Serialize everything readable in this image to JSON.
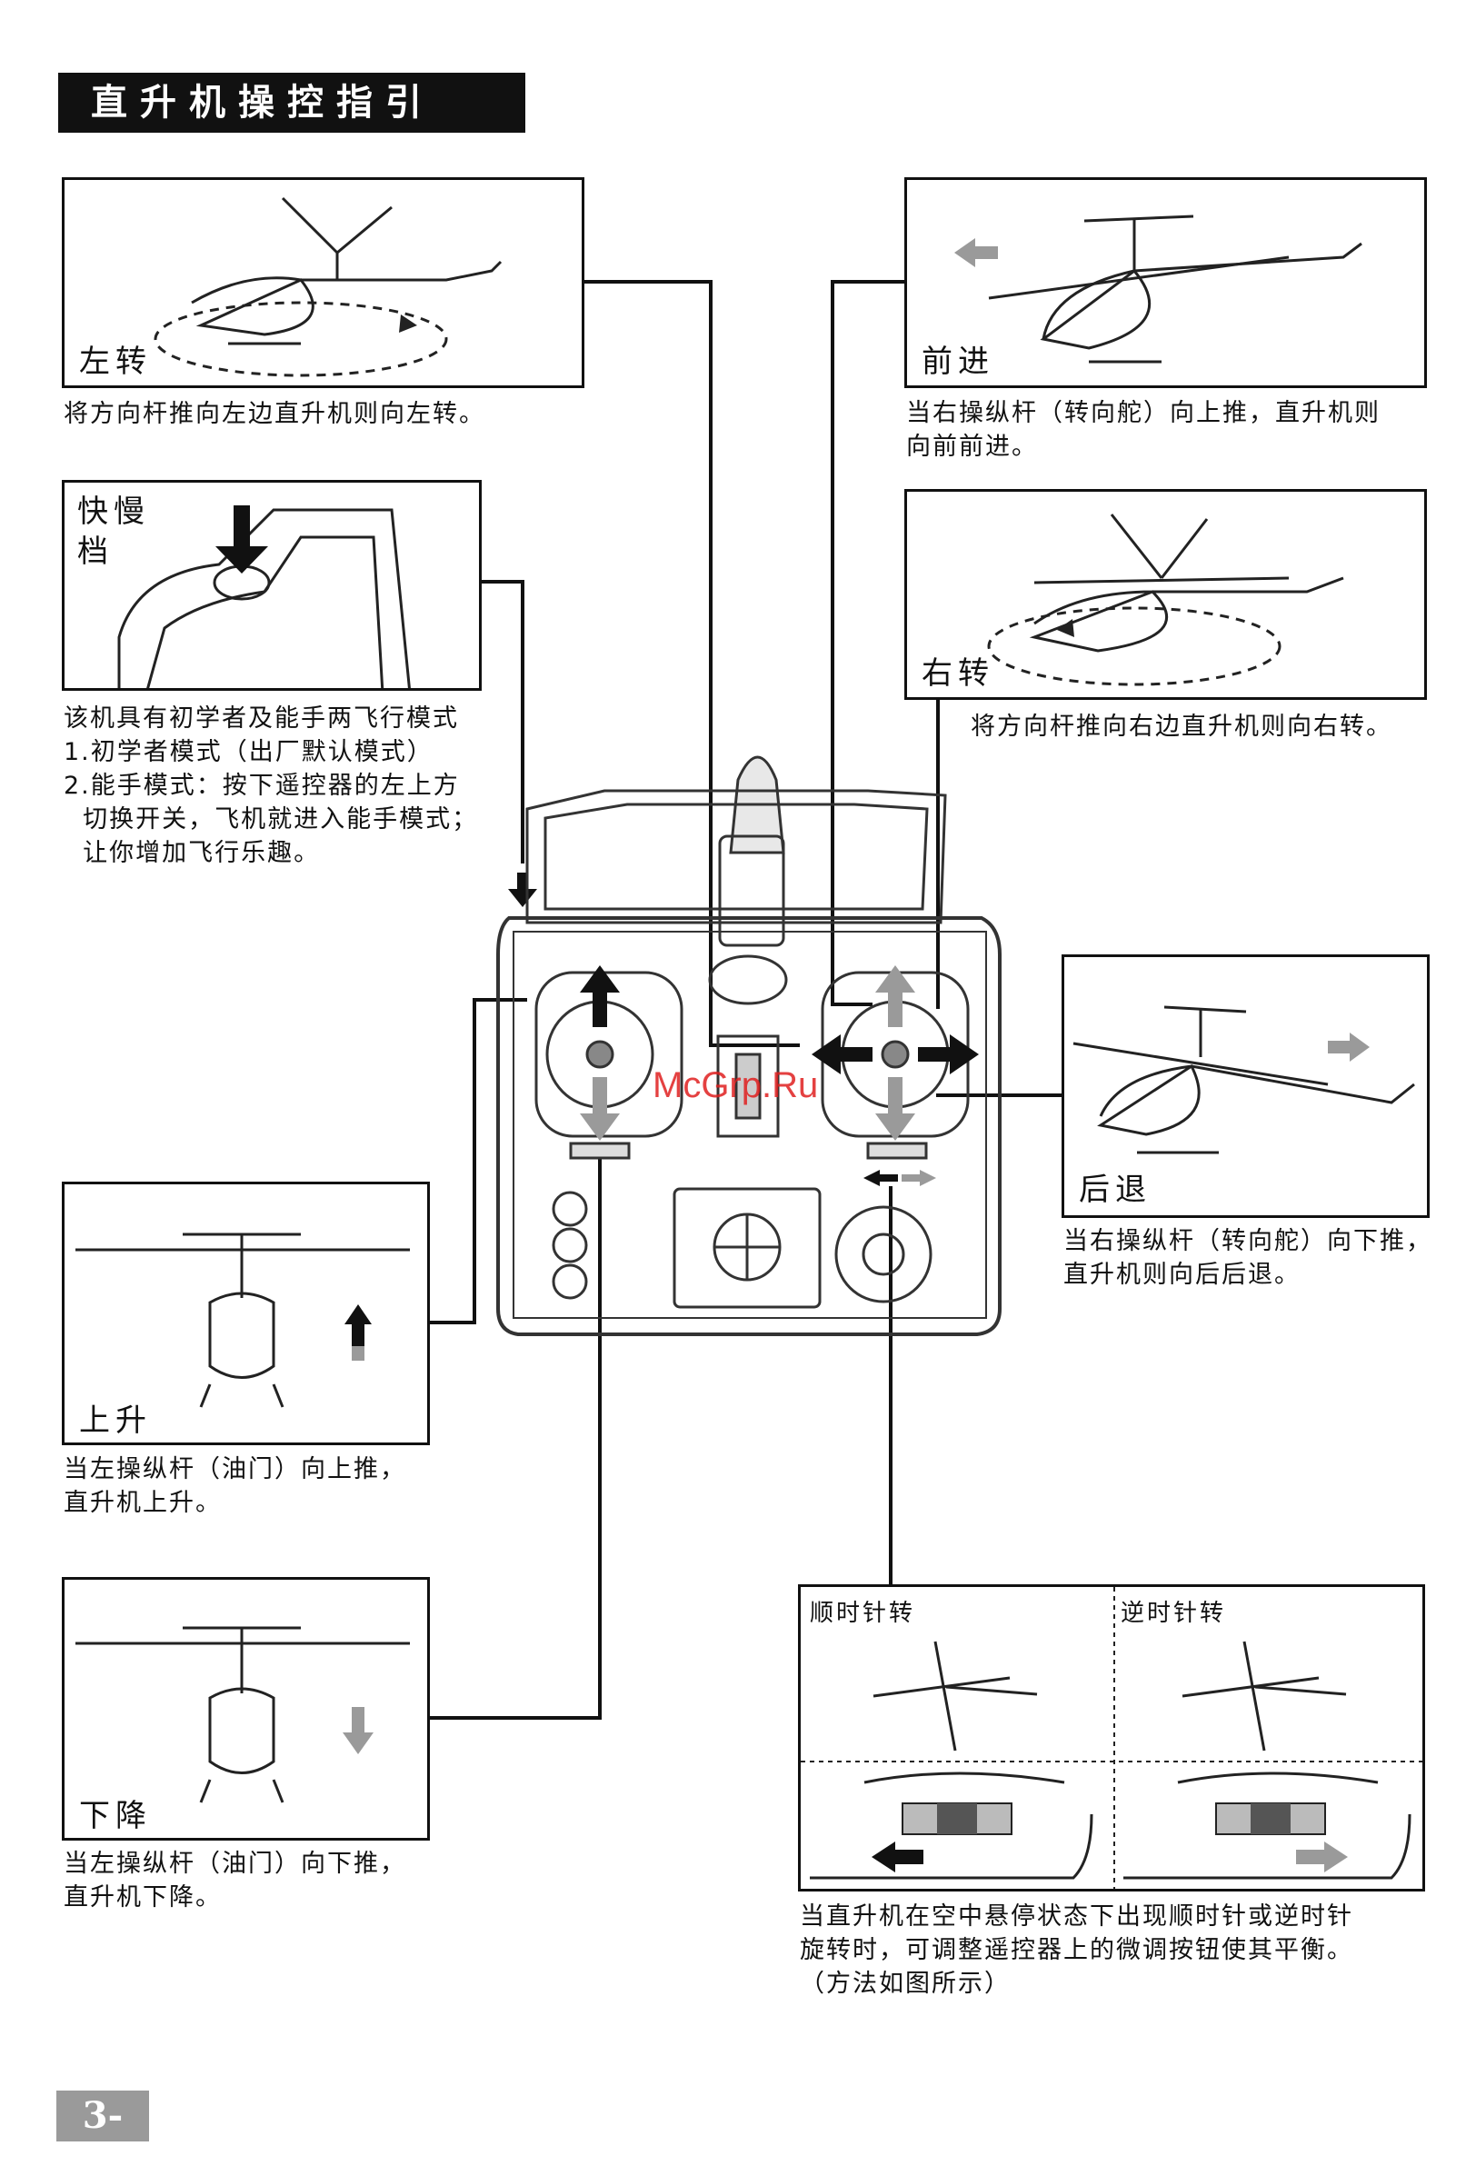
{
  "page_title": "直升机操控指引",
  "panels": {
    "left_turn": {
      "label": "左转",
      "caption": "将方向杆推向左边直升机则向左转。"
    },
    "speed_switch": {
      "label_line1": "快慢",
      "label_line2": "档",
      "caption_lines": [
        "该机具有初学者及能手两飞行模式",
        "1.初学者模式（出厂默认模式）",
        "2.能手模式：按下遥控器的左上方",
        "  切换开关，飞机就进入能手模式；",
        "  让你增加飞行乐趣。"
      ]
    },
    "forward": {
      "label": "前进",
      "caption_lines": [
        "当右操纵杆（转向舵）向上推，直升机则",
        "向前前进。"
      ]
    },
    "right_turn": {
      "label": "右转",
      "caption": "将方向杆推向右边直升机则向右转。"
    },
    "backward": {
      "label": "后退",
      "caption_lines": [
        "当右操纵杆（转向舵）向下推，",
        "直升机则向后后退。"
      ]
    },
    "ascend": {
      "label": "上升",
      "caption_lines": [
        "当左操纵杆（油门）向上推，",
        "直升机上升。"
      ]
    },
    "descend": {
      "label": "下降",
      "caption_lines": [
        "当左操纵杆（油门）向下推，",
        "直升机下降。"
      ]
    },
    "trim": {
      "label_cw": "顺时针转",
      "label_ccw": "逆时针转",
      "caption_lines": [
        "当直升机在空中悬停状态下出现顺时针或逆时针",
        "旋转时，可调整遥控器上的微调按钮使其平衡。",
        "（方法如图所示）"
      ]
    }
  },
  "watermark": "McGrp.Ru",
  "page_number": "3-",
  "colors": {
    "ink": "#111111",
    "arrow_gray": "#9a9a9a",
    "watermark": "#e02020"
  }
}
